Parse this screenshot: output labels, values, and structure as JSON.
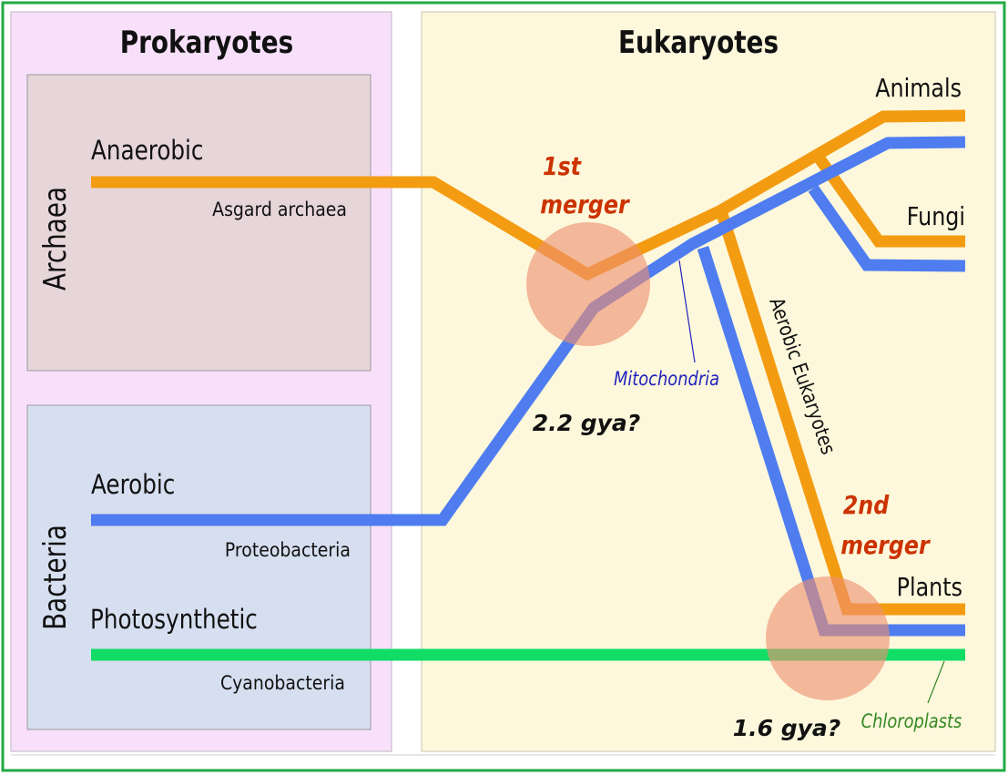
{
  "panels": {
    "prokaryotes_title": "Prokaryotes",
    "eukaryotes_title": "Eukaryotes",
    "archaea_label": "Archaea",
    "bacteria_label": "Bacteria"
  },
  "lineages": {
    "anaerobic": "Anaerobic",
    "asgard": "Asgard archaea",
    "aerobic": "Aerobic",
    "proteobacteria": "Proteobacteria",
    "photosynthetic": "Photosynthetic",
    "cyanobacteria": "Cyanobacteria"
  },
  "eukaryote_labels": {
    "animals": "Animals",
    "fungi": "Fungi",
    "plants": "Plants",
    "aerobic_eukaryotes": "Aerobic Eukaryotes",
    "mitochondria": "Mitochondria",
    "chloroplasts": "Chloroplasts"
  },
  "events": {
    "first_merger_line1": "1st",
    "first_merger_line2": "merger",
    "first_time": "2.2 gya?",
    "second_merger_line1": "2nd",
    "second_merger_line2": "merger",
    "second_time": "1.6 gya?"
  },
  "colors": {
    "frame_border": "#22aa44",
    "prokaryote_bg": "#f8e0fb",
    "eukaryote_bg": "#fdf8dc",
    "archaea_box": "#e6d6da",
    "bacteria_box": "#d6dff0",
    "orange_line": "#f39c12",
    "blue_line": "#4f7df0",
    "green_line": "#11dd66",
    "merger_circle": "#ee9070",
    "red_text": "#cc3300",
    "mito_text": "#2222bb",
    "chloro_text": "#338822"
  }
}
